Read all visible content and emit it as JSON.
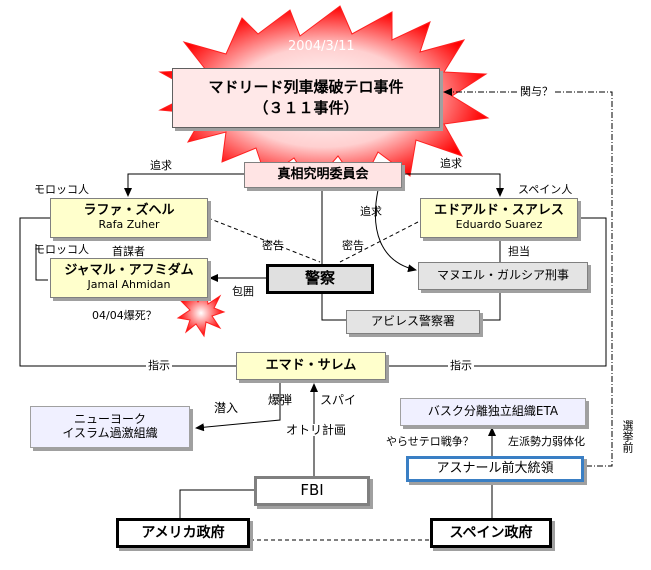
{
  "date": "2004/3/11",
  "event": {
    "title": "マドリード列車爆破テロ事件",
    "subtitle": "（３１１事件）"
  },
  "nodes": {
    "committee": "真相究明委員会",
    "rafa": {
      "name": "ラファ・ズヘル",
      "roman": "Rafa Zuher"
    },
    "jamal": {
      "name": "ジャマル・アフミダム",
      "roman": "Jamal Ahmidan"
    },
    "eduardo": {
      "name": "エドアルド・スアレス",
      "roman": "Eduardo Suarez"
    },
    "police": "警察",
    "detective": "マヌエル・ガルシア刑事",
    "station": "アビレス警察署",
    "emad": "エマド・サレム",
    "ny": {
      "line1": "ニューヨーク",
      "line2": "イスラム過激組織"
    },
    "eta": "バスク分離独立組織ETA",
    "aznar": "アスナール前大統領",
    "fbi": "FBI",
    "usgov": "アメリカ政府",
    "esgov": "スペイン政府"
  },
  "labels": {
    "pursuit_left": "追求",
    "pursuit_right": "追求",
    "pursuit_mid": "追求",
    "moroccan1": "モロッコ人",
    "moroccan2": "モロッコ人",
    "ringleader": "首謀者",
    "spanish": "スペイン人",
    "tip1": "密告",
    "tip2": "密告",
    "incharge": "担当",
    "siege": "包囲",
    "death": "04/04爆死？",
    "instruct_left": "指示",
    "instruct_right": "指示",
    "infiltrate": "潜入",
    "bomb": "爆弾",
    "spy": "スパイ",
    "decoy": "オトリ計画",
    "involve": "関与？",
    "false_flag": "やらせテロ戦争？",
    "weaken_left": "左派勢力弱体化",
    "pre_election": "選挙前"
  },
  "colors": {
    "burst_outer": "#ff0000",
    "burst_inner": "#ffe8e8",
    "yellow_box": "#ffffcc",
    "pink_box": "#ffe4e4",
    "gray_box": "#e0e0e0",
    "lavender_box": "#f0f0ff",
    "aznar_border": "#3a7fc4"
  }
}
